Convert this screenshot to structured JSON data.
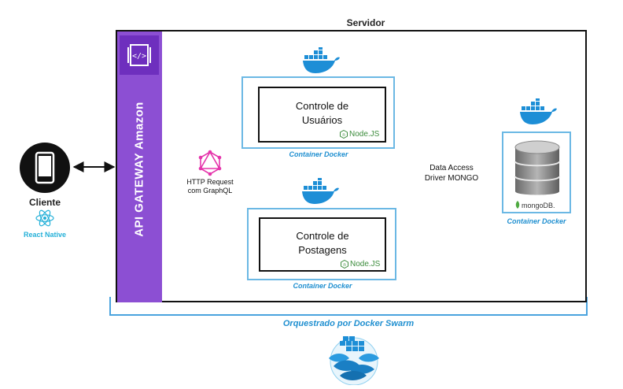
{
  "server": {
    "title": "Servidor"
  },
  "gateway": {
    "label": "API GATEWAY Amazon",
    "icon": "api-gateway-icon",
    "color": "#8c4fd3"
  },
  "client": {
    "label": "Cliente",
    "framework": "React Native",
    "icon": "smartphone-icon"
  },
  "graphql": {
    "line1": "HTTP Request",
    "line2": "com GraphQL",
    "icon": "graphql-icon",
    "color": "#e535ab"
  },
  "services": [
    {
      "line1": "Controle de",
      "line2": "Usuários",
      "runtime": "Node.JS",
      "caption": "Container Docker"
    },
    {
      "line1": "Controle de",
      "line2": "Postagens",
      "runtime": "Node.JS",
      "caption": "Container Docker"
    }
  ],
  "data_access": {
    "line1": "Data Access",
    "line2": "Driver MONGO"
  },
  "database": {
    "brand": "mongoDB.",
    "caption": "Container Docker"
  },
  "orchestration": {
    "caption": "Orquestrado por Docker Swarm",
    "icon": "docker-swarm-icon"
  },
  "colors": {
    "docker_blue": "#1d8ed6",
    "container_border": "#6bb8e4",
    "node_green": "#3c8c3c",
    "mongo_green": "#4faa41"
  }
}
